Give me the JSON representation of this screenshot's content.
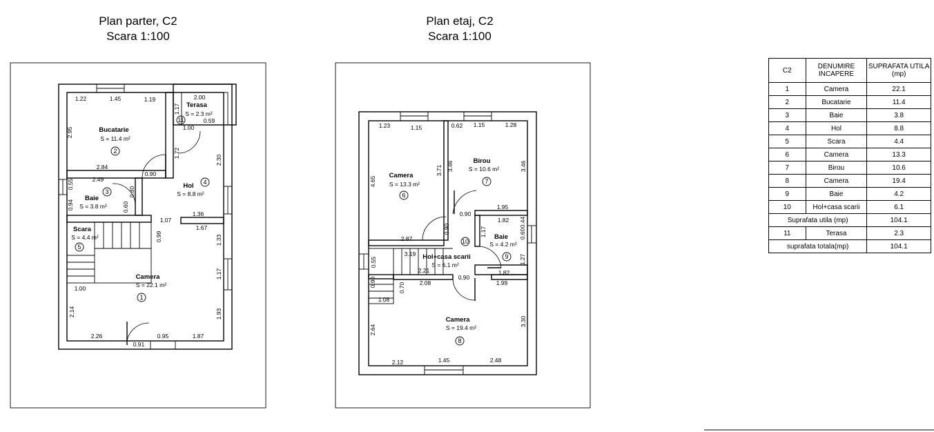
{
  "plans": [
    {
      "title_line1": "Plan  parter, C2",
      "title_line2": "Scara 1:100"
    },
    {
      "title_line1": "Plan  etaj, C2",
      "title_line2": "Scara 1:100"
    }
  ],
  "ground": {
    "rooms": [
      {
        "name": "Bucatarie",
        "area": "S = 11.4 m²",
        "number": "2"
      },
      {
        "name": "Terasa",
        "area": "S = 2.3 m²",
        "number": "11"
      },
      {
        "name": "Hol",
        "area": "S = 8.8 m²",
        "number": "4"
      },
      {
        "name": "Baie",
        "area": "S = 3.8 m²",
        "number": "3"
      },
      {
        "name": "Scara",
        "area": "S = 4.4 m²",
        "number": "5"
      },
      {
        "name": "Camera",
        "area": "S = 22.1 m²",
        "number": "1"
      }
    ],
    "dims": [
      "1.22",
      "1.45",
      "1.19",
      "2.00",
      "1.17",
      "1.00",
      "0.59",
      "2.95",
      "1.72",
      "2.30",
      "2.84",
      "0.90",
      "2.49",
      "0.55",
      "0.80",
      "0.94",
      "0.60",
      "1.36",
      "1.07",
      "1.67",
      "0.99",
      "1.33",
      "1.00",
      "1.17",
      "2.14",
      "1.93",
      "2.26",
      "0.95",
      "1.87",
      "0.91"
    ]
  },
  "upper": {
    "rooms": [
      {
        "name": "Camera",
        "area": "S = 13.3 m²",
        "number": "6"
      },
      {
        "name": "Birou",
        "area": "S = 10.6 m²",
        "number": "7"
      },
      {
        "name": "Baie",
        "area": "S = 4.2 m²",
        "number": "9"
      },
      {
        "name": "Hol+casa scarii",
        "area": "S = 6.1 m²",
        "number": "10"
      },
      {
        "name": "Camera",
        "area": "S = 19.4 m²",
        "number": "8"
      }
    ],
    "dims": [
      "1.23",
      "1.15",
      "0.62",
      "1.15",
      "1.28",
      "4.65",
      "3.71",
      "3.46",
      "3.46",
      "0.90",
      "1.95",
      "1.82",
      "0.44",
      "0.90",
      "1.17",
      "0.60",
      "2.87",
      "0.55",
      "3.19",
      "2.21",
      "1.27",
      "0.90",
      "0.70",
      "2.08",
      "0.90",
      "1.82",
      "1.99",
      "1.08",
      "3.30",
      "2.64",
      "2.12",
      "1.45",
      "2.48"
    ]
  },
  "legend": {
    "headers": [
      "C2",
      "DENUMIRE INCAPERE",
      "SUPRAFATA UTILA (mp)"
    ],
    "rows": [
      [
        "1",
        "Camera",
        "22.1"
      ],
      [
        "2",
        "Bucatarie",
        "11.4"
      ],
      [
        "3",
        "Baie",
        "3.8"
      ],
      [
        "4",
        "Hol",
        "8.8"
      ],
      [
        "5",
        "Scara",
        "4.4"
      ],
      [
        "6",
        "Camera",
        "13.3"
      ],
      [
        "7",
        "Birou",
        "10.6"
      ],
      [
        "8",
        "Camera",
        "19.4"
      ],
      [
        "9",
        "Baie",
        "4.2"
      ],
      [
        "10",
        "Hol+casa scarii",
        "6.1"
      ]
    ],
    "util_label": "Suprafata utila (mp)",
    "util_value": "104.1",
    "terasa": [
      "11",
      "Terasa",
      "2.3"
    ],
    "total_label": "suprafata totala(mp)",
    "total_value": "104.1"
  }
}
